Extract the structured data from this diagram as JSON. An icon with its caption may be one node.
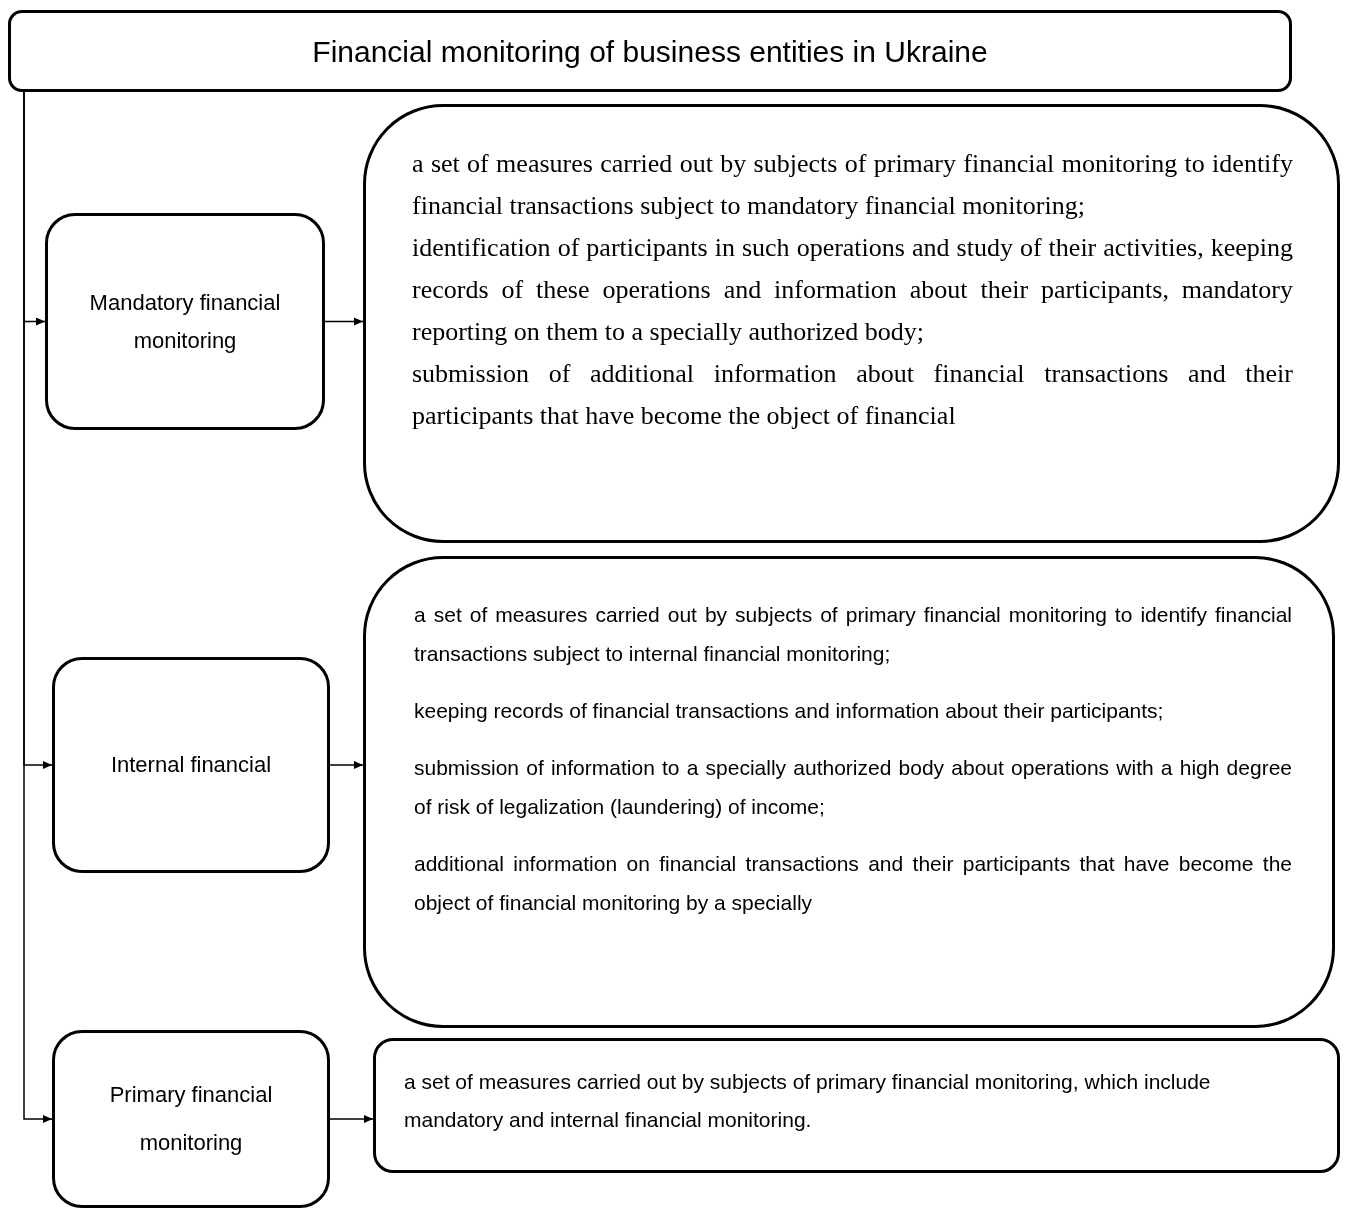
{
  "diagram": {
    "nodes": [
      {
        "text": [
          "Financial monitoring of business entities in Ukraine"
        ]
      },
      {
        "text": [
          "Mandatory financial monitoring"
        ]
      },
      {
        "text": [
          "a set of measures carried out by subjects of primary financial monitoring to identify financial transactions subject to mandatory financial monitoring;",
          "identification of participants in such operations and study of their activities, keeping records of these operations and information about their participants, mandatory reporting on them to a specially authorized body;",
          "submission of additional information about financial transactions and their participants that have become the object of financial"
        ]
      },
      {
        "text": [
          "Internal financial"
        ]
      },
      {
        "text": [
          "a set of measures carried out by subjects of primary financial monitoring to identify financial transactions subject to internal financial monitoring;",
          "keeping records of financial transactions and information about their participants;",
          "submission of information to a specially authorized body about operations with a high degree of risk of legalization (laundering) of income;",
          "additional information on financial transactions and their participants that have become the object of financial monitoring by a specially"
        ]
      },
      {
        "text": [
          "Primary financial monitoring"
        ]
      },
      {
        "text": [
          "a set of measures carried out by subjects of primary financial monitoring, which include mandatory and internal financial monitoring."
        ]
      }
    ],
    "edges": [
      {
        "from": 0,
        "to": 1,
        "arrow": "to"
      },
      {
        "from": 0,
        "to": 3,
        "arrow": "to"
      },
      {
        "from": 0,
        "to": 5,
        "arrow": "to"
      },
      {
        "from": 1,
        "to": 2,
        "arrow": "to"
      },
      {
        "from": 3,
        "to": 4,
        "arrow": "to"
      },
      {
        "from": 5,
        "to": 6,
        "arrow": "to"
      }
    ]
  }
}
